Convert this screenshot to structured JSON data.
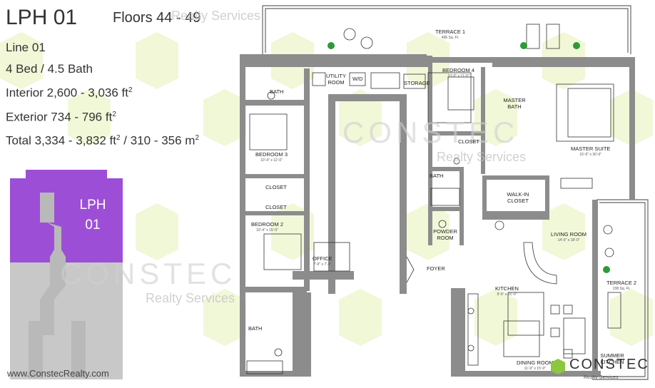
{
  "unit": {
    "title": "LPH 01",
    "floors": "Floors 44 - 49",
    "line": "Line 01",
    "beds_baths": "4 Bed / 4.5 Bath",
    "interior": "Interior 2,600 - 3,036 ft",
    "exterior": "Exterior 734 - 796 ft",
    "total_a": "Total 3,334 - 3,832 ft",
    "total_b": " / 310 - 356 m",
    "sup": "2"
  },
  "keyplan": {
    "label_line1": "LPH",
    "label_line2": "01",
    "highlight_color": "#9c4fd6",
    "base_color": "#c8c8c8"
  },
  "website": "www.ConstecRealty.com",
  "watermark": {
    "brand": "CONSTEC",
    "sub": "Realty Services"
  },
  "logo": {
    "brand": "CONSTEC",
    "sub": "Realty Services",
    "accent": "#8dc63f"
  },
  "rooms": {
    "terrace1": {
      "name": "TERRACE 1",
      "dim": "496 Sq. Ft."
    },
    "utility": {
      "name": "UTILITY ROOM"
    },
    "wd": {
      "name": "W/D"
    },
    "storage": {
      "name": "STORAGE"
    },
    "bedroom4": {
      "name": "BEDROOM 4",
      "dim": "10'-0\" x 11'-0\""
    },
    "master_bath": {
      "name": "MASTER BATH"
    },
    "master_suite": {
      "name": "MASTER SUITE",
      "dim": "15'-0\" x 30'-0\""
    },
    "bath_top": {
      "name": "BATH"
    },
    "bedroom3": {
      "name": "BEDROOM 3",
      "dim": "10'-4\" x 12'-0\""
    },
    "closet1": {
      "name": "CLOSET"
    },
    "closet2": {
      "name": "CLOSET"
    },
    "closet3": {
      "name": "CLOSET"
    },
    "bath_mid": {
      "name": "BATH"
    },
    "walkin": {
      "name": "WALK-IN CLOSET"
    },
    "bedroom2": {
      "name": "BEDROOM 2",
      "dim": "10'-4\" x 15'-0\""
    },
    "powder": {
      "name": "POWDER ROOM"
    },
    "living": {
      "name": "LIVING ROOM",
      "dim": "14'-0\" x 18'-0\""
    },
    "office": {
      "name": "OFFICE",
      "dim": "7'-0\" x 7'-4\""
    },
    "foyer": {
      "name": "FOYER"
    },
    "terrace2": {
      "name": "TERRACE 2",
      "dim": "238 Sq. Ft."
    },
    "kitchen": {
      "name": "KITCHEN",
      "dim": "9'-6\" x 21'-0\""
    },
    "bath_bottom": {
      "name": "BATH"
    },
    "dining": {
      "name": "DINING ROOM",
      "dim": "11'-0\" x 15'-0\""
    },
    "summer_kitchen": {
      "name": "SUMMER KITCHEN"
    }
  }
}
